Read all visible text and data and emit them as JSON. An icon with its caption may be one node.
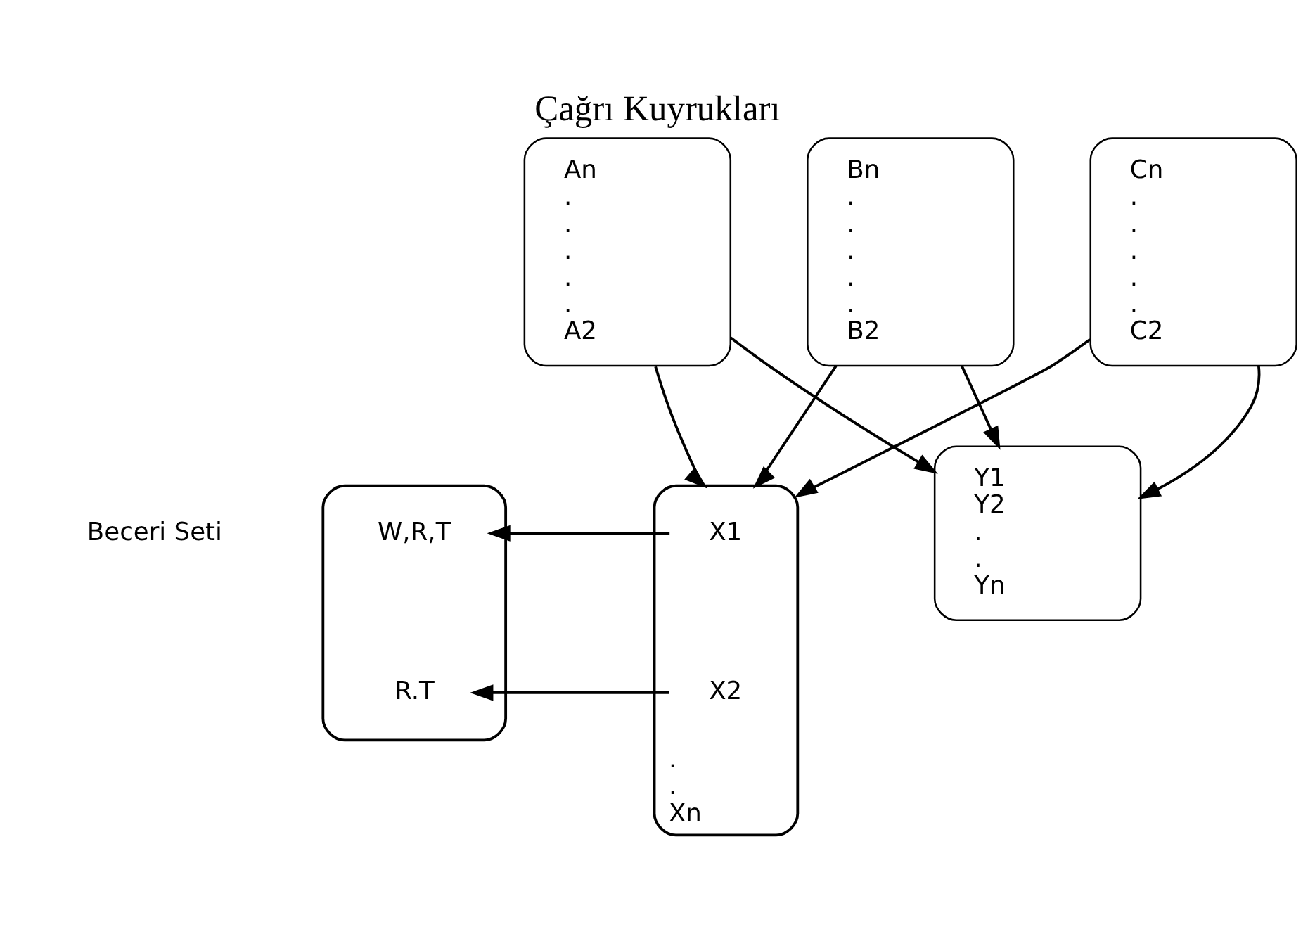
{
  "diagram": {
    "title": "Çağrı Kuyrukları",
    "nodes": [
      {
        "text": [
          "An . . . . . A2"
        ]
      },
      {
        "text": [
          "Bn . . . . . B2"
        ]
      },
      {
        "text": [
          "Cn . . . . . C2"
        ]
      },
      {
        "text": [
          ". . Xn"
        ]
      },
      {
        "text": [
          "X1"
        ],
        "in": 3
      },
      {
        "text": [
          "X2"
        ],
        "in": 3
      },
      {
        "text": [
          "Y1 Y2 . . Yn"
        ]
      },
      {
        "text": [],
        "shape": "box",
        "beside": [
          "Beceri Seti"
        ]
      },
      {
        "text": [
          "W,R,T"
        ],
        "in": 7
      },
      {
        "text": [
          "R.T"
        ],
        "in": 7
      }
    ],
    "edges": [
      {
        "from": 0,
        "to": 3,
        "arrow": "to"
      },
      {
        "from": 0,
        "to": 6,
        "arrow": "to"
      },
      {
        "from": 1,
        "to": 3,
        "arrow": "to"
      },
      {
        "from": 1,
        "to": 6,
        "arrow": "to"
      },
      {
        "from": 2,
        "to": 3,
        "arrow": "to"
      },
      {
        "from": 2,
        "to": 6,
        "arrow": "to"
      },
      {
        "from": 4,
        "to": 8,
        "arrow": "to"
      },
      {
        "from": 5,
        "to": 9,
        "arrow": "to"
      }
    ]
  }
}
